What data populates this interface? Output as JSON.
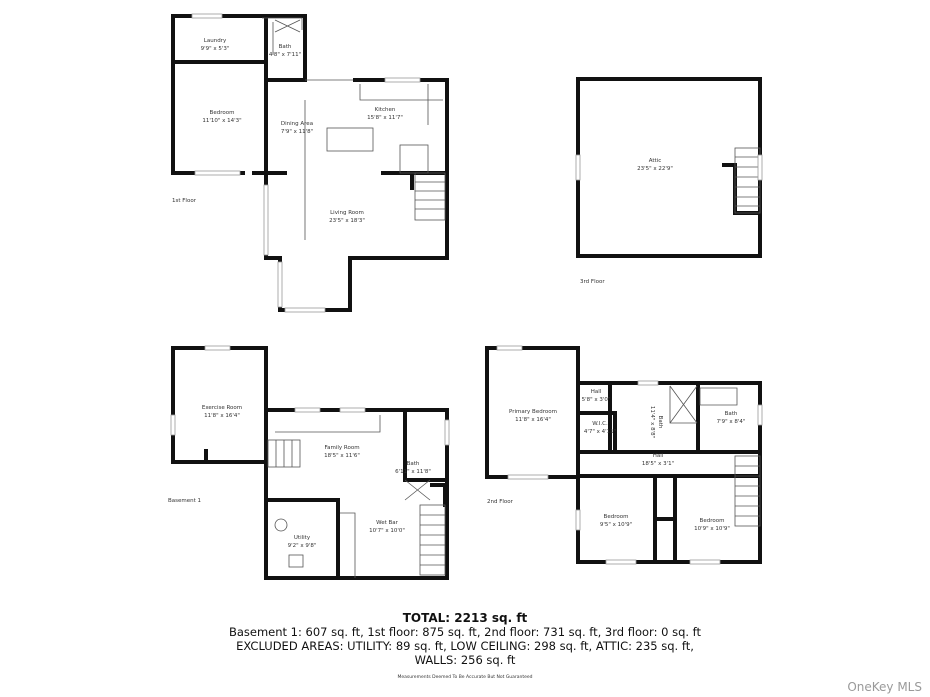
{
  "floors": {
    "first": {
      "label": "1st Floor",
      "rooms": [
        {
          "name": "Laundry",
          "size": "9'9\" x 5'3\""
        },
        {
          "name": "Bath",
          "size": "4'8\" x 7'11\""
        },
        {
          "name": "Bedroom",
          "size": "11'10\" x 14'3\""
        },
        {
          "name": "Dining Area",
          "size": "7'9\" x 11'8\""
        },
        {
          "name": "Kitchen",
          "size": "15'8\" x 11'7\""
        },
        {
          "name": "Living Room",
          "size": "23'5\" x 18'3\""
        }
      ]
    },
    "third": {
      "label": "3rd Floor",
      "rooms": [
        {
          "name": "Attic",
          "size": "23'5\" x 22'9\""
        }
      ]
    },
    "basement": {
      "label": "Basement 1",
      "rooms": [
        {
          "name": "Exercise Room",
          "size": "11'8\" x 16'4\""
        },
        {
          "name": "Family Room",
          "size": "18'5\" x 11'6\""
        },
        {
          "name": "Bath",
          "size": "6'11\" x 11'8\""
        },
        {
          "name": "Wet Bar",
          "size": "10'7\" x 10'0\""
        },
        {
          "name": "Utility",
          "size": "9'2\" x 9'8\""
        }
      ]
    },
    "second": {
      "label": "2nd Floor",
      "rooms": [
        {
          "name": "Primary Bedroom",
          "size": "11'8\" x 16'4\""
        },
        {
          "name": "Hall",
          "size": "5'8\" x 3'0\""
        },
        {
          "name": "W.I.C.",
          "size": "4'7\" x 4'11\""
        },
        {
          "name": "Bath",
          "size": "11'4\" x 8'8\""
        },
        {
          "name": "Bath",
          "size": "7'9\" x 8'4\""
        },
        {
          "name": "Hall",
          "size": "18'5\" x 3'1\""
        },
        {
          "name": "Bedroom",
          "size": "9'5\" x 10'9\""
        },
        {
          "name": "Bedroom",
          "size": "10'9\" x 10'9\""
        }
      ]
    }
  },
  "summary": {
    "total": "TOTAL: 2213 sq. ft",
    "line1": "Basement 1: 607 sq. ft, 1st floor: 875 sq. ft, 2nd floor: 731 sq. ft, 3rd floor: 0 sq. ft",
    "line2": "EXCLUDED AREAS: UTILITY: 89 sq. ft, LOW CEILING: 298 sq. ft, ATTIC: 235 sq. ft,",
    "line3": "WALLS: 256 sq. ft",
    "disclaimer": "Measurements Deemed To Be Accurate But Not Guaranteed"
  },
  "watermark": "OneKey MLS"
}
